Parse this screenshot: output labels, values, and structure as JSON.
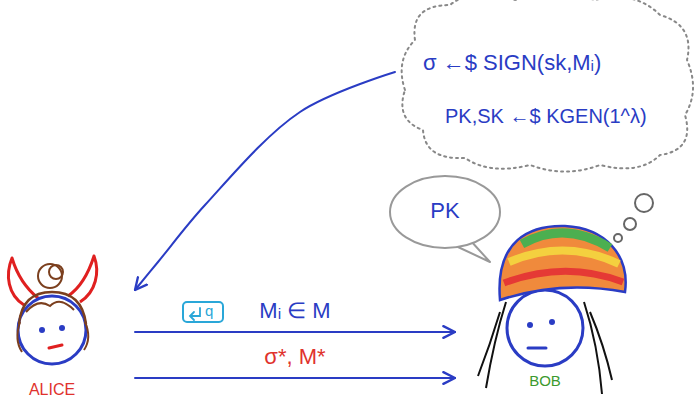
{
  "diagram": {
    "nodes": [
      {
        "text": [
          "σ ←$ SIGN(sk,Mᵢ)",
          "PK,SK ←$ KGEN(1^λ)"
        ]
      },
      {
        "text": [
          "PK"
        ]
      },
      {
        "text": [
          "ALICE"
        ]
      },
      {
        "text": [
          "q"
        ]
      },
      {
        "text": [
          "BOB"
        ]
      }
    ],
    "edges": [
      {
        "from": 0,
        "to": 2,
        "arrow": "to"
      },
      {
        "from": 2,
        "to": 4,
        "arrow": "to",
        "label": "Mᵢ ∈ M"
      },
      {
        "from": 2,
        "to": 4,
        "arrow": "to",
        "label": "σ*, M*"
      }
    ]
  }
}
